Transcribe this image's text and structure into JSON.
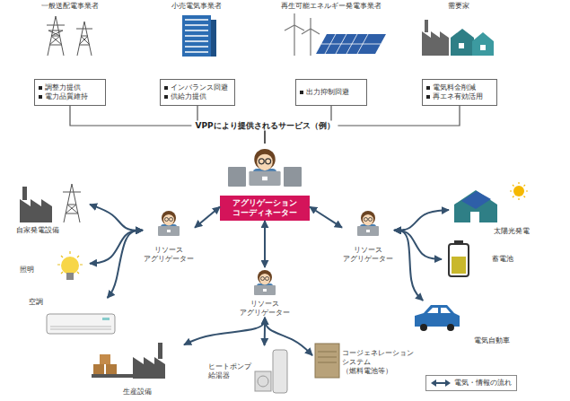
{
  "diagram": {
    "nodes": [
      {
        "text": [
          "一般送配電事業者"
        ]
      },
      {
        "text": [
          "小売電気事業者"
        ]
      },
      {
        "text": [
          "再生可能エネルギー発電事業者"
        ]
      },
      {
        "text": [
          "需要家"
        ]
      },
      {
        "text": [
          "調整力提供",
          "電力品質維持"
        ]
      },
      {
        "text": [
          "インバランス回避",
          "供給力提供"
        ]
      },
      {
        "text": [
          "出力抑制回避"
        ]
      },
      {
        "text": [
          "電気料金削減",
          "再エネ有効活用"
        ]
      },
      {
        "text": [
          "アグリゲーション コーディネーター"
        ]
      },
      {
        "text": [
          "リソース アグリゲーター"
        ]
      },
      {
        "text": [
          "リソース アグリゲーター"
        ]
      },
      {
        "text": [
          "自家発電設備"
        ]
      },
      {
        "text": [
          "照明"
        ]
      },
      {
        "text": [
          "空調"
        ]
      },
      {
        "text": [
          "太陽光発電"
        ]
      },
      {
        "text": [
          "蓄電池"
        ]
      },
      {
        "text": [
          "電気自動車"
        ]
      },
      {
        "text": [
          "リソース アグリゲーター"
        ]
      },
      {
        "text": [
          "生産設備"
        ]
      },
      {
        "text": [
          "ヒートポンプ 給湯器"
        ]
      },
      {
        "text": [
          "コージェネレーション システム （燃料電池等）"
        ]
      }
    ],
    "edges": [
      {
        "from": 4,
        "to": 8,
        "arrow": "none"
      },
      {
        "from": 5,
        "to": 8,
        "arrow": "none"
      },
      {
        "from": 6,
        "to": 8,
        "arrow": "none"
      },
      {
        "from": 7,
        "to": 8,
        "arrow": "none"
      },
      {
        "from": 8,
        "to": 9,
        "arrow": "both"
      },
      {
        "from": 8,
        "to": 10,
        "arrow": "both"
      },
      {
        "from": 8,
        "to": 17,
        "arrow": "both"
      },
      {
        "from": 9,
        "to": 11,
        "arrow": "both"
      },
      {
        "from": 9,
        "to": 12,
        "arrow": "both"
      },
      {
        "from": 9,
        "to": 13,
        "arrow": "both"
      },
      {
        "from": 10,
        "to": 14,
        "arrow": "both"
      },
      {
        "from": 10,
        "to": 15,
        "arrow": "both"
      },
      {
        "from": 10,
        "to": 16,
        "arrow": "both"
      },
      {
        "from": 17,
        "to": 18,
        "arrow": "both"
      },
      {
        "from": 17,
        "to": 19,
        "arrow": "both"
      },
      {
        "from": 17,
        "to": 20,
        "arrow": "both"
      }
    ],
    "labels": [
      "VPPにより提供されるサービス（例）"
    ],
    "legend": [
      {
        "text": "電気・情報の流れ"
      }
    ]
  }
}
